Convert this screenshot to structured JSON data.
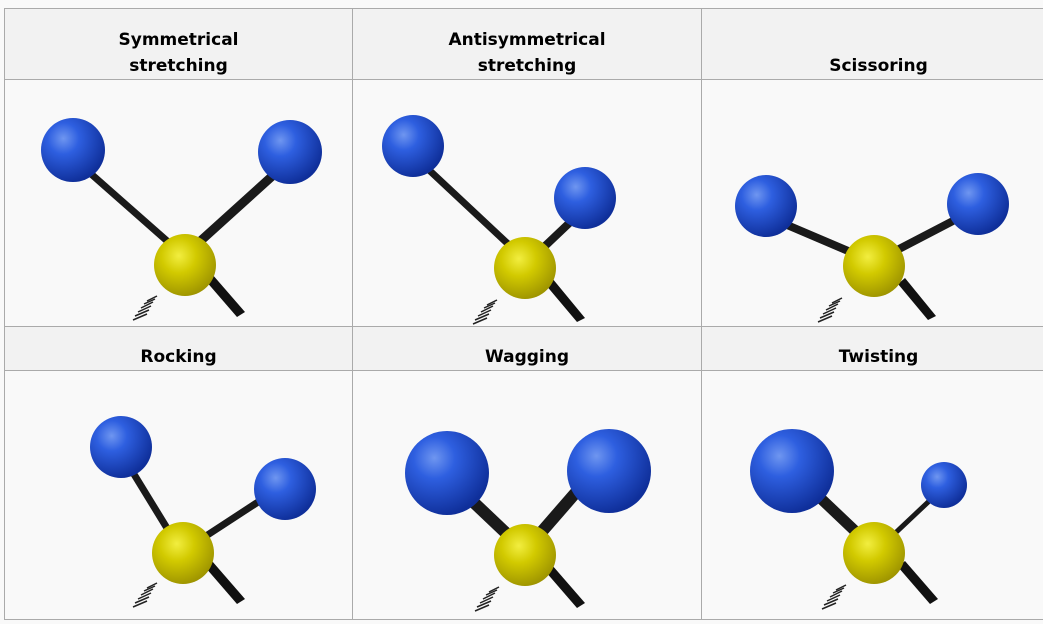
{
  "table": {
    "row1": [
      {
        "line1": "Symmetrical",
        "line2": "stretching"
      },
      {
        "line1": "Antisymmetrical",
        "line2": "stretching"
      },
      {
        "line1": "",
        "line2": "Scissoring"
      }
    ],
    "row2": [
      {
        "label": "Rocking"
      },
      {
        "label": "Wagging"
      },
      {
        "label": "Twisting"
      }
    ]
  },
  "colors": {
    "central_atom": "#c8c000",
    "outer_atom": "#1c4fd6",
    "bond": "#1a1a1a",
    "header_bg": "#f2f2f2",
    "cell_bg": "#f9f9f9",
    "border": "#aaaaaa"
  }
}
